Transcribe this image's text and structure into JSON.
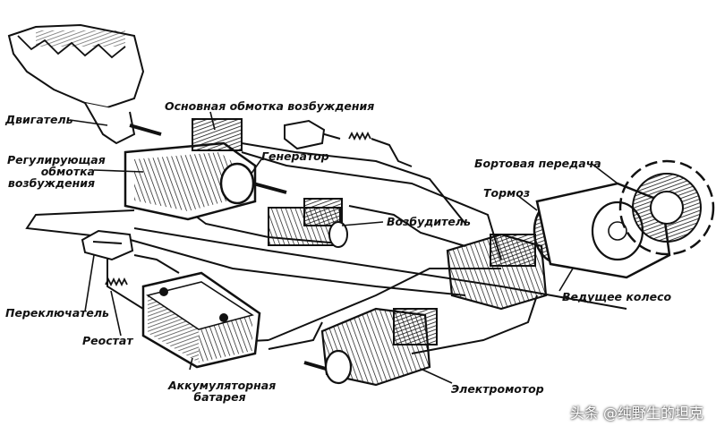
{
  "labels": {
    "engine": "Двигатель",
    "main_winding": "Основная обмотка возбуждения",
    "regulating_winding": "Регулирующая обмотка возбуждения",
    "generator": "Генератор",
    "final_drive": "Бортовая передача",
    "brake": "Тормоз",
    "exciter": "Возбудитель",
    "drive_wheel": "Ведущее колесо",
    "switch": "Переключатель",
    "rheostat": "Реостат",
    "battery": "Аккумуляторная батарея",
    "electromotor": "Электромотор"
  },
  "watermark": "头条 @纯野生的坦克",
  "colors": {
    "ink": "#111111",
    "paper": "#ffffff"
  }
}
